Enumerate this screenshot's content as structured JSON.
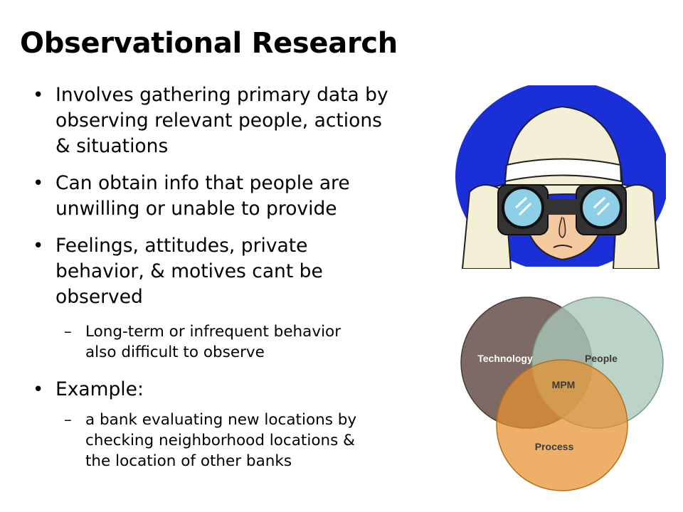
{
  "slide": {
    "title": "Observational Research",
    "bullets": [
      {
        "lines": [
          "Involves gathering primary data by",
          "observing relevant people, actions",
          "& situations"
        ]
      },
      {
        "lines": [
          "Can obtain info that people are",
          "unwilling or unable to provide"
        ]
      },
      {
        "lines": [
          "Feelings, attitudes, private",
          "behavior, & motives cant be",
          "observed"
        ]
      },
      {
        "lines": [
          "Example:"
        ]
      }
    ],
    "sub_bullets": [
      {
        "lines": [
          "Long-term or infrequent behavior",
          "also difficult to observe"
        ]
      },
      {
        "lines": [
          "a bank evaluating new locations by",
          "checking neighborhood locations &",
          "the location of other banks"
        ]
      }
    ],
    "bullet_glyph": "•",
    "dash_glyph": "–"
  },
  "venn": {
    "labels": {
      "technology": "Technology",
      "people": "People",
      "process": "Process",
      "center": "MPM"
    },
    "colors": {
      "technology": "#6b554f",
      "people": "#a9c8b8",
      "process": "#e8922f"
    }
  },
  "illustration": {
    "icon": "detective-with-binoculars-icon",
    "background_color": "#1a2fd8"
  }
}
